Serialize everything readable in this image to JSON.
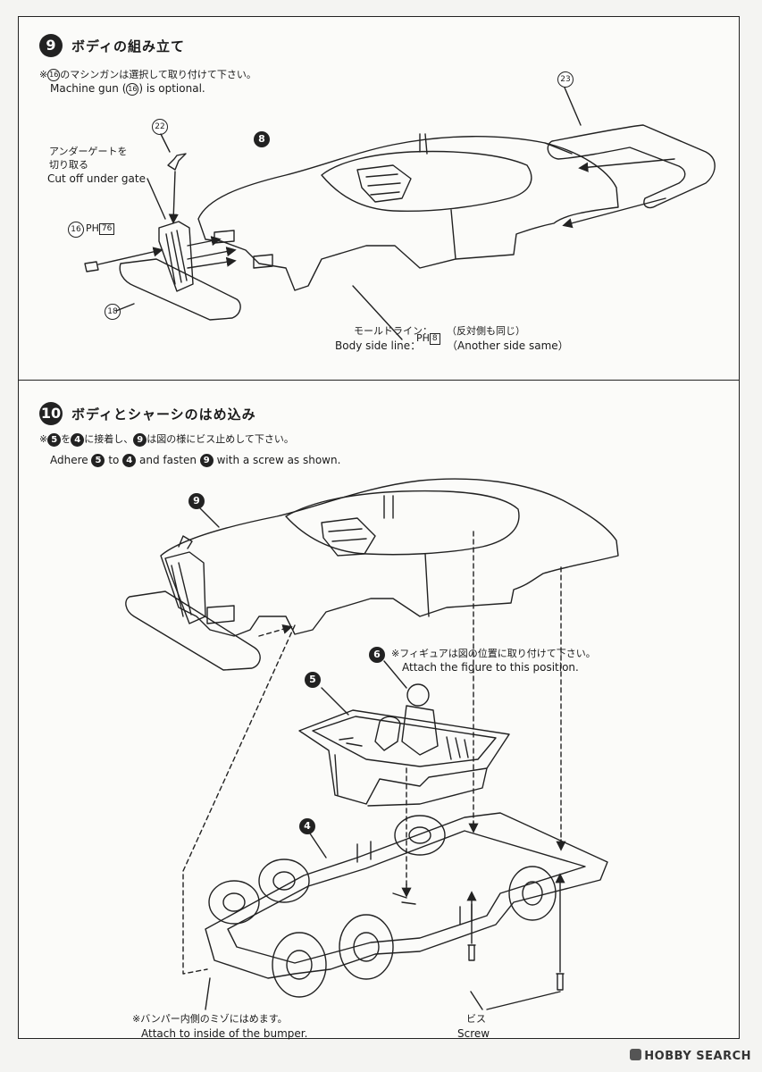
{
  "step9": {
    "number": "9",
    "title": "ボディの組み立て",
    "note_jp_mark": "※",
    "note_jp_part": "16",
    "note_jp": "のマシンガンは選択して取り付けて下さい。",
    "note_en_prefix": "Machine gun (",
    "note_en_part": "16",
    "note_en_suffix": ") is optional.",
    "gate_jp_1": "アンダーゲートを",
    "gate_jp_2": "切り取る",
    "gate_en": "Cut off under gate",
    "callouts": {
      "p22": "22",
      "p8": "8",
      "p23": "23",
      "p16": "16",
      "p18": "18"
    },
    "paint_p16": "76",
    "paint_prefix": "PH",
    "mold_jp": "モールドライン：",
    "mold_en": "Body side line：",
    "mold_paint": "8",
    "mold_note_jp": "（反対側も同じ）",
    "mold_note_en": "（Another side same）"
  },
  "step10": {
    "number": "10",
    "title": "ボディとシャーシのはめ込み",
    "note_mark": "※",
    "b5": "5",
    "b4": "4",
    "b9": "9",
    "jp_wo": "を",
    "jp_ni": "に接着し、",
    "jp_rest": "は図の様にビス止めして下さい。",
    "en_1": "Adhere",
    "en_2": "to",
    "en_3": "and fasten",
    "en_4": "with a screw as shown.",
    "callouts": {
      "p9": "9",
      "p6": "6",
      "p5": "5",
      "p4": "4"
    },
    "figure_jp": "※フィギュアは図の位置に取り付けて下さい。",
    "figure_en": "Attach the figure to this position.",
    "bumper_jp": "※バンパー内側のミゾにはめます。",
    "bumper_en": "Attach to inside of the bumper.",
    "screw_jp": "ビス",
    "screw_en": "Screw"
  },
  "watermark": "HOBBY SEARCH"
}
